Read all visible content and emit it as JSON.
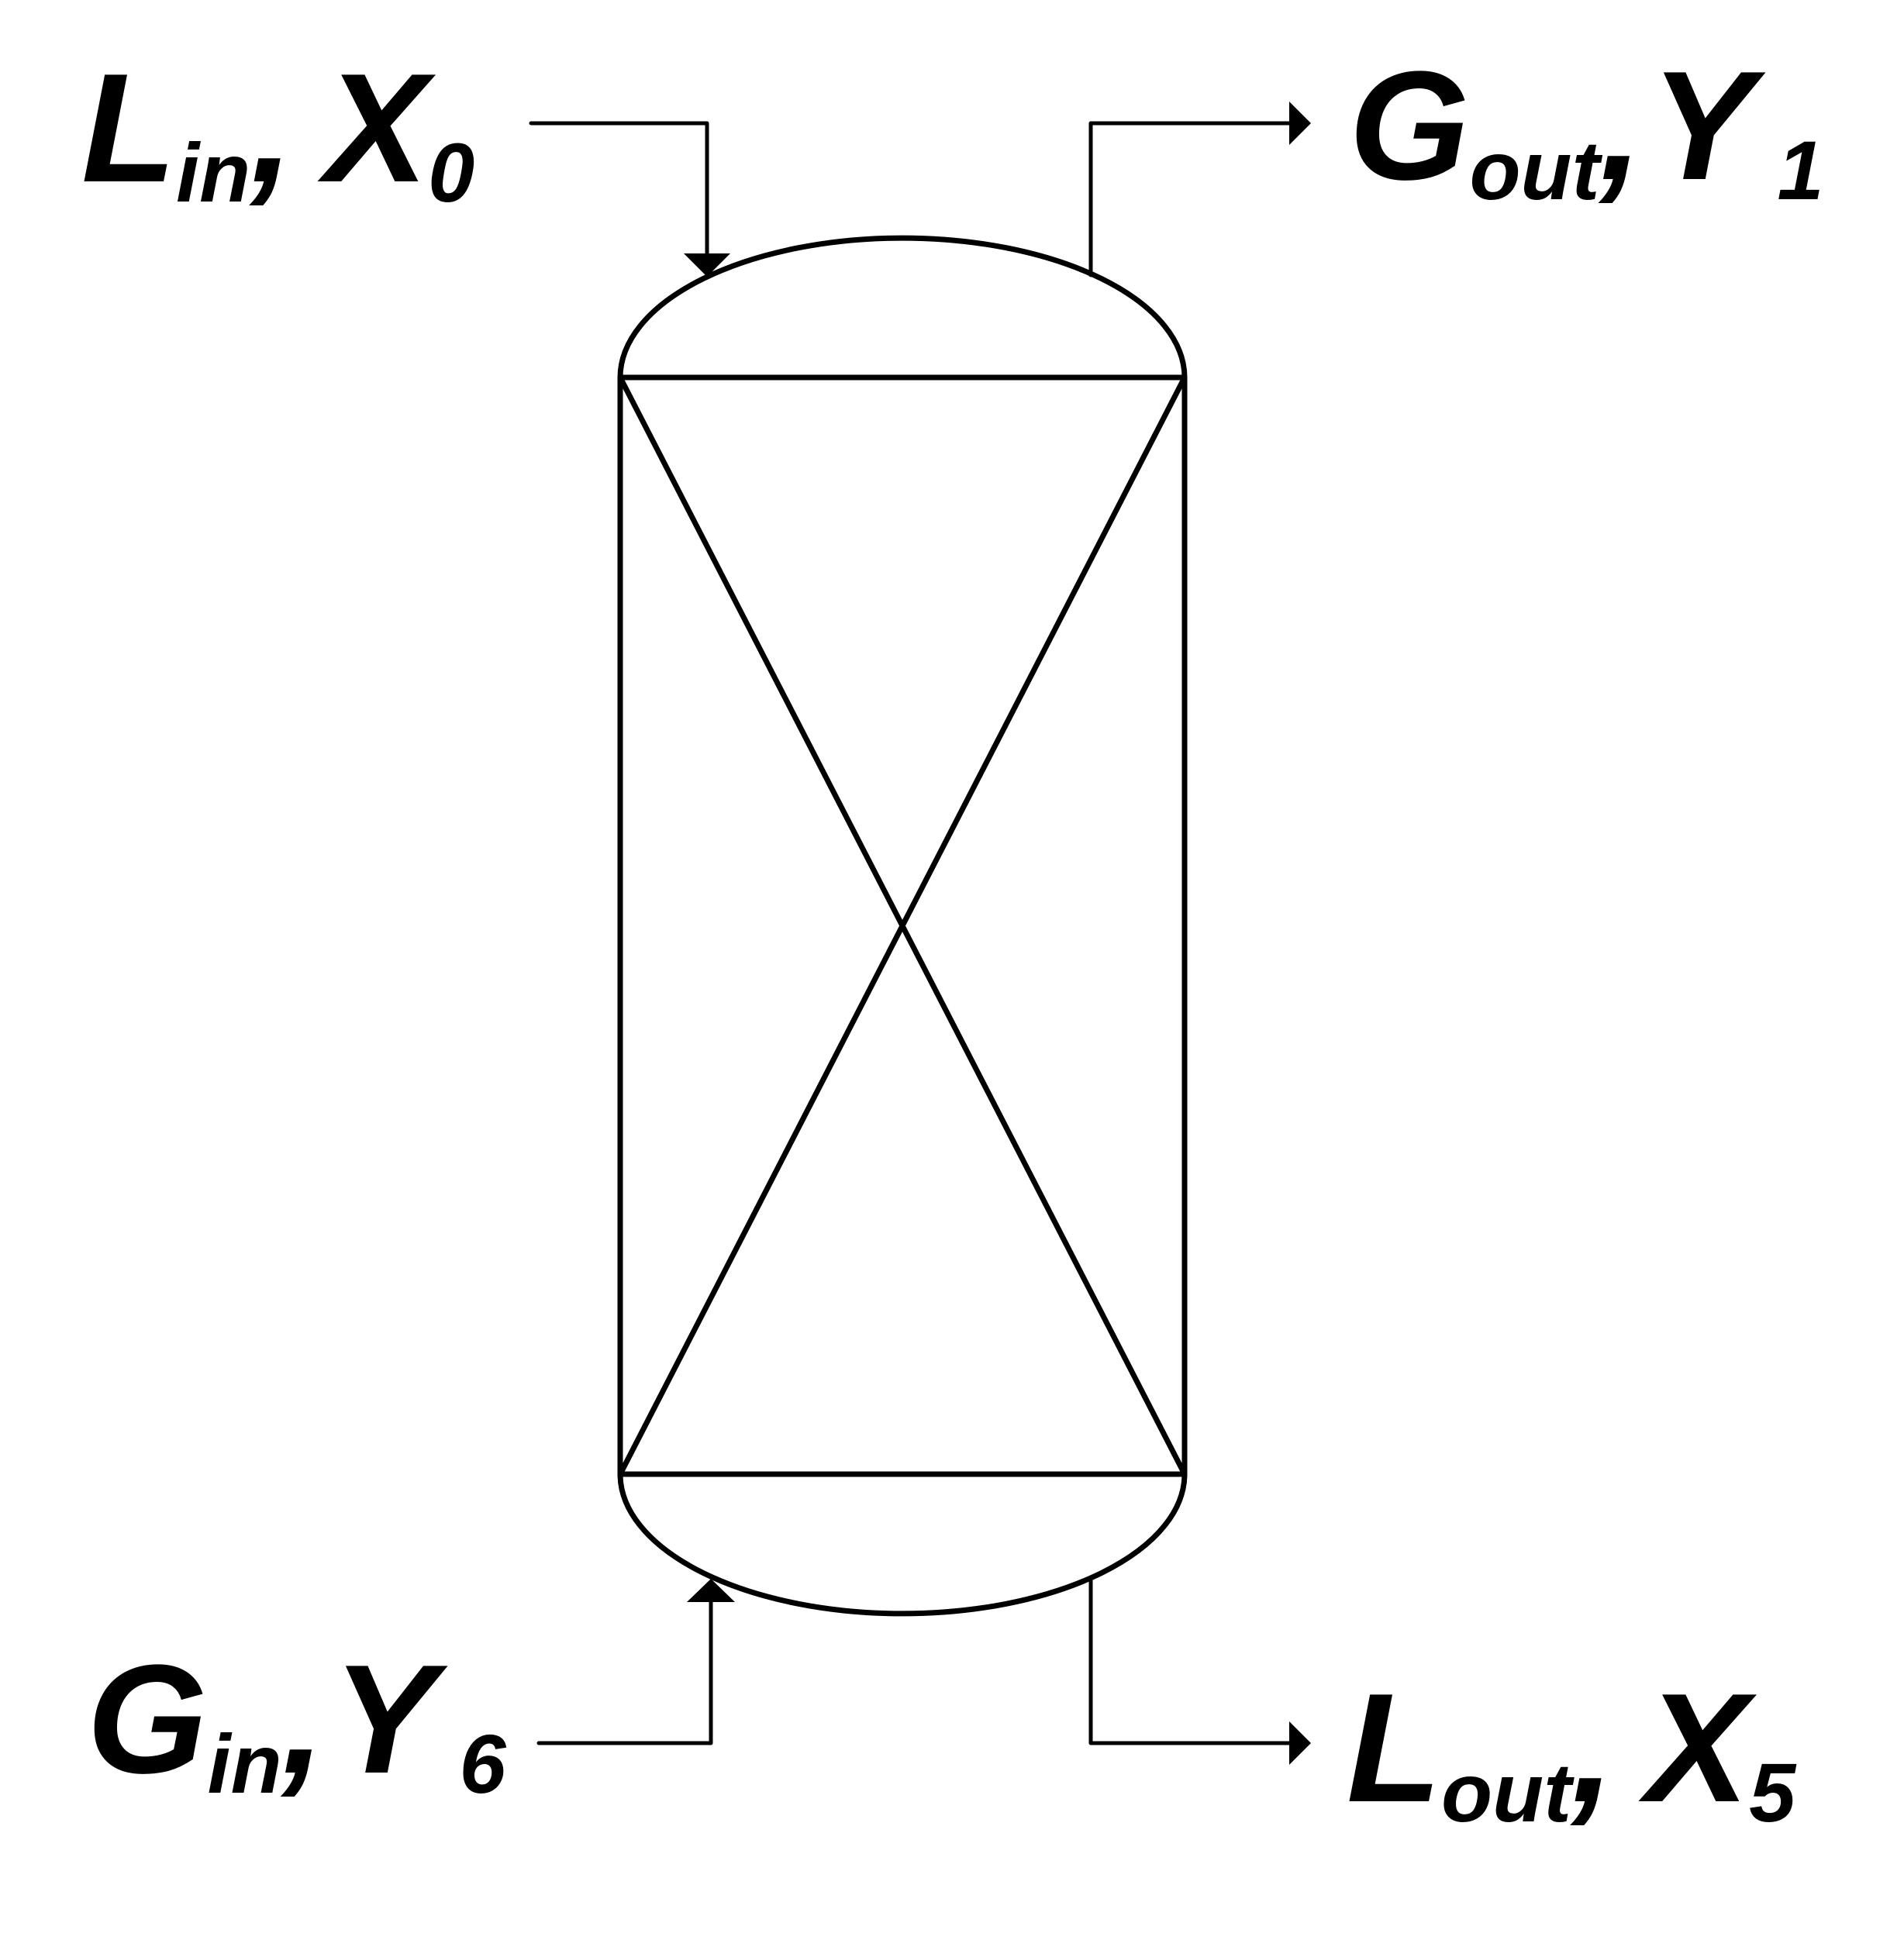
{
  "labels": {
    "liquid_in": {
      "main": "L",
      "sub": "in",
      "sep": ",",
      "var": "X",
      "var_sub": "0"
    },
    "gas_out": {
      "main": "G",
      "sub": "out",
      "sep": ",",
      "var": "Y",
      "var_sub": "1"
    },
    "gas_in": {
      "main": "G",
      "sub": "in",
      "sep": ",",
      "var": "Y",
      "var_sub": "6"
    },
    "liquid_out": {
      "main": "L",
      "sub": "out",
      "sep": ",",
      "var": "X",
      "var_sub": "5"
    }
  },
  "colors": {
    "line": "#000000",
    "background": "#ffffff"
  }
}
